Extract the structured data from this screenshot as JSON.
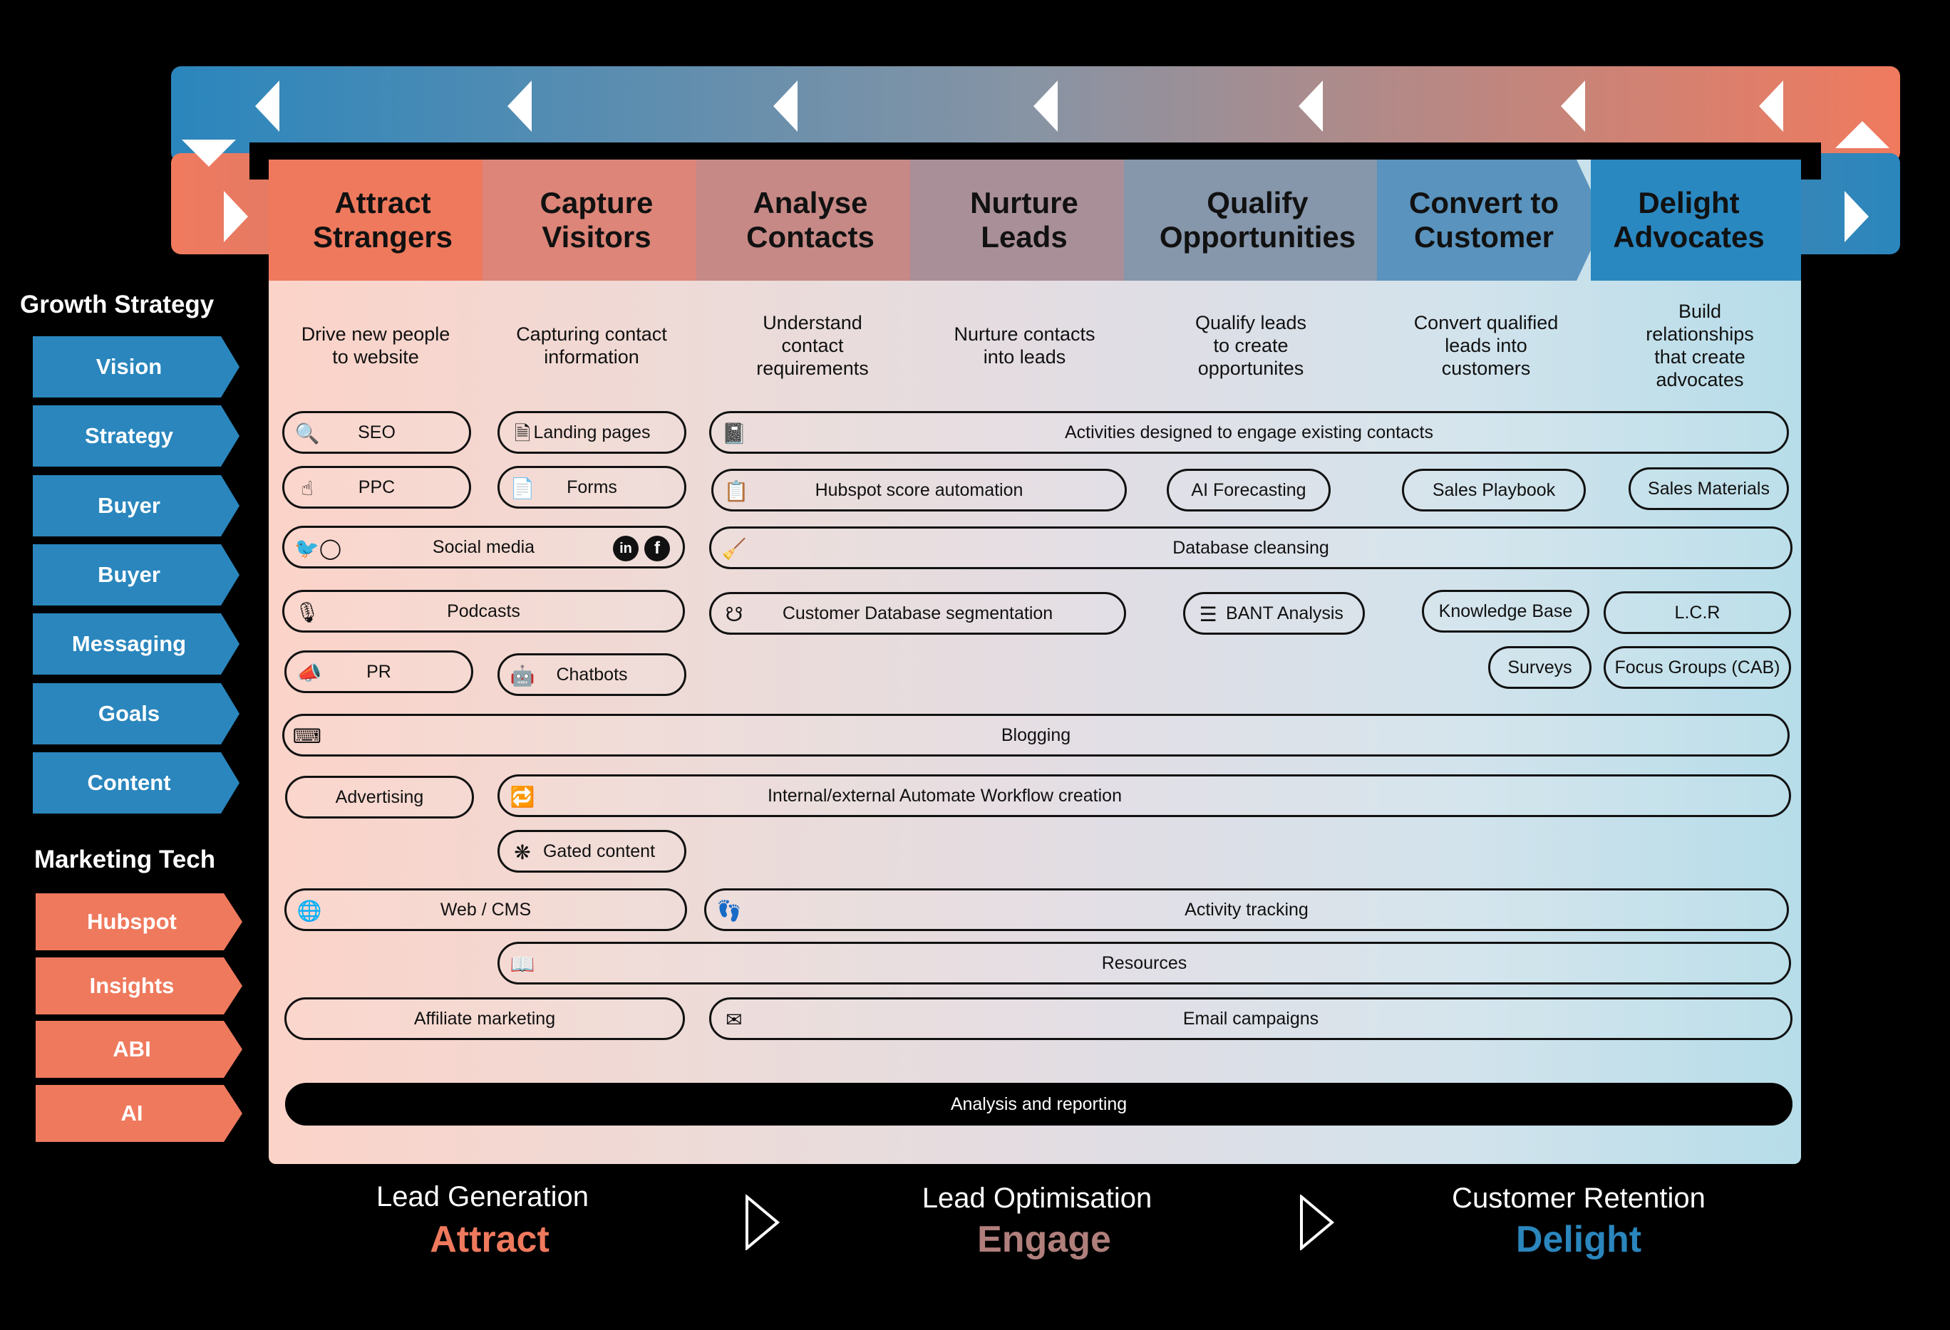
{
  "colors": {
    "orange": "#ef795d",
    "blue": "#2a86bd",
    "mauve": "#b07f7c"
  },
  "stages": [
    {
      "label": "Attract\nStrangers",
      "color": "#ef795d"
    },
    {
      "label": "Capture\nVisitors",
      "color": "#dc8578"
    },
    {
      "label": "Analyse\nContacts",
      "color": "#c68986"
    },
    {
      "label": "Nurture\nLeads",
      "color": "#a98f98"
    },
    {
      "label": "Qualify\nOpportunities",
      "color": "#8696ab"
    },
    {
      "label": "Convert to\nCustomer",
      "color": "#5a93bd"
    },
    {
      "label": "Delight\nAdvocates",
      "color": "#2a88c1"
    }
  ],
  "descriptions": [
    "Drive new people\nto website",
    "Capturing contact\ninformation",
    "Understand\ncontact\nrequirements",
    "Nurture contacts\ninto leads",
    "Qualify leads\nto create\nopportunites",
    "Convert qualified\nleads into\ncustomers",
    "Build\nrelationships\nthat create\nadvocates"
  ],
  "growth_strategy": {
    "title": "Growth Strategy",
    "items": [
      "Vision",
      "Strategy",
      "Buyer",
      "Buyer",
      "Messaging",
      "Goals",
      "Content"
    ]
  },
  "marketing_tech": {
    "title": "Marketing Tech",
    "items": [
      "Hubspot",
      "Insights",
      "ABI",
      "AI"
    ]
  },
  "activities": {
    "seo": "SEO",
    "landing_pages": "Landing pages",
    "engage": "Activities designed to engage existing contacts",
    "ppc": "PPC",
    "forms": "Forms",
    "hubspot_score": "Hubspot score automation",
    "ai_forecasting": "AI Forecasting",
    "sales_playbook": "Sales Playbook",
    "sales_materials": "Sales Materials",
    "social_media": "Social media",
    "db_cleansing": "Database cleansing",
    "podcasts": "Podcasts",
    "db_segmentation": "Customer Database segmentation",
    "bant": "BANT Analysis",
    "knowledge_base": "Knowledge Base",
    "lcr": "L.C.R",
    "surveys": "Surveys",
    "focus_groups": "Focus Groups (CAB)",
    "pr": "PR",
    "chatbots": "Chatbots",
    "blogging": "Blogging",
    "advertising": "Advertising",
    "workflow": "Internal/external Automate Workflow creation",
    "gated_content": "Gated content",
    "web_cms": "Web / CMS",
    "activity_tracking": "Activity tracking",
    "resources": "Resources",
    "affiliate": "Affiliate marketing",
    "email": "Email campaigns",
    "analysis": "Analysis and reporting"
  },
  "phases": [
    {
      "label": "Lead Generation",
      "word": "Attract",
      "color": "#ef795d"
    },
    {
      "label": "Lead Optimisation",
      "word": "Engage",
      "color": "#b07f7c"
    },
    {
      "label": "Customer Retention",
      "word": "Delight",
      "color": "#2a86bd"
    }
  ]
}
